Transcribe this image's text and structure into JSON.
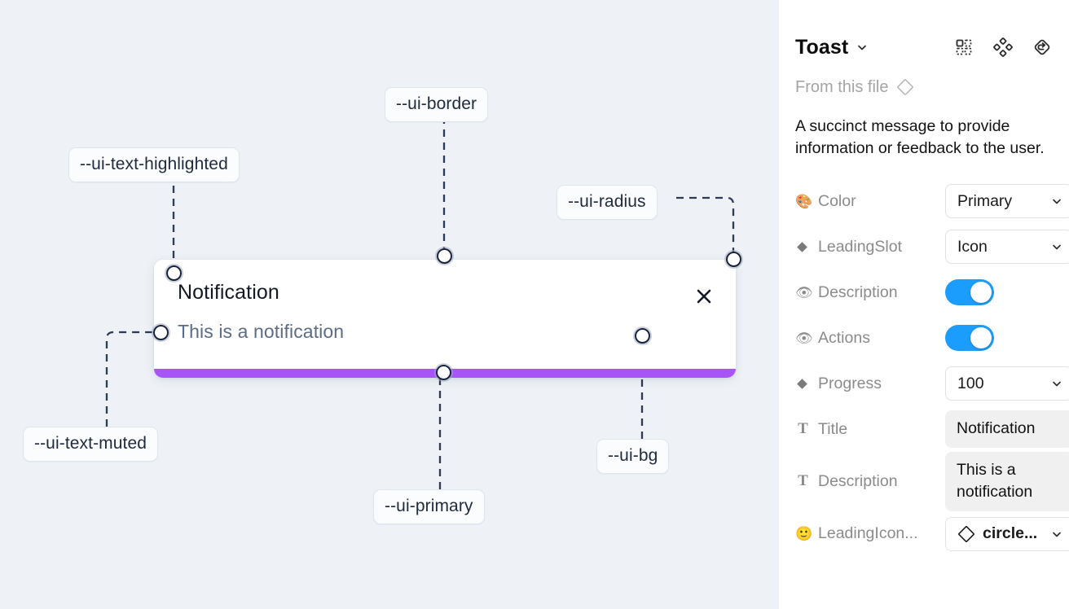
{
  "canvas": {
    "background_color": "#eef2f7",
    "tokens": [
      {
        "id": "ui-text-highlighted",
        "label": "--ui-text-highlighted"
      },
      {
        "id": "ui-border",
        "label": "--ui-border"
      },
      {
        "id": "ui-radius",
        "label": "--ui-radius"
      },
      {
        "id": "ui-text-muted",
        "label": "--ui-text-muted"
      },
      {
        "id": "ui-primary",
        "label": "--ui-primary"
      },
      {
        "id": "ui-bg",
        "label": "--ui-bg"
      }
    ],
    "toast": {
      "title": "Notification",
      "description": "This is a notification",
      "close_icon": "close-icon",
      "accent_color": "#a855f7",
      "background_color": "#ffffff"
    }
  },
  "panel": {
    "title": "Toast",
    "title_caret": "chevron-down-icon",
    "header_icons": [
      {
        "name": "component-set-icon"
      },
      {
        "name": "component-icon"
      },
      {
        "name": "reset-instance-icon"
      }
    ],
    "from_this_file": {
      "label": "From this file",
      "icon": "diamond-icon"
    },
    "description": "A succinct message to provide information or feedback to the user.",
    "properties": [
      {
        "icon": "palette-emoji",
        "icon_glyph": "🎨",
        "label": "Color",
        "control": "select",
        "value": "Primary"
      },
      {
        "icon": "diamond-filled",
        "icon_glyph": "◆",
        "label": "LeadingSlot",
        "control": "select",
        "value": "Icon"
      },
      {
        "icon": "eye-emoji",
        "icon_glyph": "👁",
        "label": "Description",
        "control": "toggle",
        "value": "on"
      },
      {
        "icon": "eye-emoji",
        "icon_glyph": "👁",
        "label": "Actions",
        "control": "toggle",
        "value": "on"
      },
      {
        "icon": "diamond-filled",
        "icon_glyph": "◆",
        "label": "Progress",
        "control": "select",
        "value": "100"
      },
      {
        "icon": "text-t",
        "icon_glyph": "T",
        "label": "Title",
        "control": "text",
        "value": "Notification"
      },
      {
        "icon": "text-t",
        "icon_glyph": "T",
        "label": "Description",
        "control": "textarea",
        "value": "This is a notification"
      },
      {
        "icon": "smiley-emoji",
        "icon_glyph": "🙂",
        "label": "LeadingIcon...",
        "control": "select-icon",
        "value": "circle..."
      }
    ],
    "toggle_on_color": "#1a9dfc"
  }
}
